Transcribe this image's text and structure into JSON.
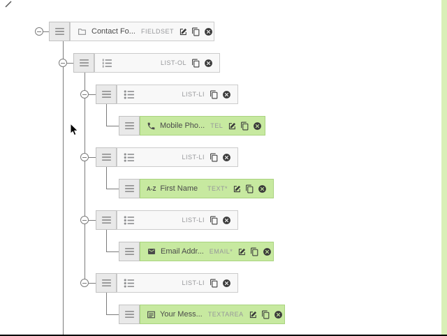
{
  "page": {
    "background": "#ffffff",
    "right_strip_color": "#d9efb7",
    "bottom_border_color": "#000000"
  },
  "colors": {
    "field_green_bg": "#c7e9a0",
    "field_green_border": "#a9d37f",
    "node_bg": "#f8f8f8",
    "node_border": "#cccccc",
    "handle_bg": "#e9e9e9",
    "handle_border": "#c2c2c2",
    "tree_line": "#7b7b7b",
    "type_label_color": "#96979a"
  },
  "tree": {
    "az_icon_text": "A-Z",
    "rows": [
      {
        "kind": "fieldset",
        "name": "Contact Fo...",
        "type_label": "FIELDSET",
        "icon": "folder-icon",
        "actions": [
          "edit",
          "copy",
          "remove"
        ]
      },
      {
        "kind": "list-ol",
        "type_label": "LIST-OL",
        "icon": "ordered-list-icon",
        "actions": [
          "copy",
          "remove"
        ]
      },
      {
        "kind": "list-li",
        "type_label": "LIST-LI",
        "icon": "unordered-list-icon",
        "actions": [
          "copy",
          "remove"
        ]
      },
      {
        "kind": "field",
        "name": "Mobile Pho...",
        "type_label": "TEL",
        "icon": "phone-icon",
        "actions": [
          "edit",
          "copy",
          "remove"
        ]
      },
      {
        "kind": "list-li",
        "type_label": "LIST-LI",
        "icon": "unordered-list-icon",
        "actions": [
          "copy",
          "remove"
        ]
      },
      {
        "kind": "field",
        "name": "First Name",
        "type_label": "TEXT*",
        "icon": "az-icon",
        "actions": [
          "edit",
          "copy",
          "remove"
        ]
      },
      {
        "kind": "list-li",
        "type_label": "LIST-LI",
        "icon": "unordered-list-icon",
        "actions": [
          "copy",
          "remove"
        ]
      },
      {
        "kind": "field",
        "name": "Email Addr...",
        "type_label": "EMAIL*",
        "icon": "envelope-icon",
        "actions": [
          "edit",
          "copy",
          "remove"
        ]
      },
      {
        "kind": "list-li",
        "type_label": "LIST-LI",
        "icon": "unordered-list-icon",
        "actions": [
          "copy",
          "remove"
        ]
      },
      {
        "kind": "field",
        "name": "Your Mess...",
        "type_label": "TEXTAREA",
        "icon": "textarea-icon",
        "actions": [
          "edit",
          "copy",
          "remove"
        ]
      }
    ]
  }
}
